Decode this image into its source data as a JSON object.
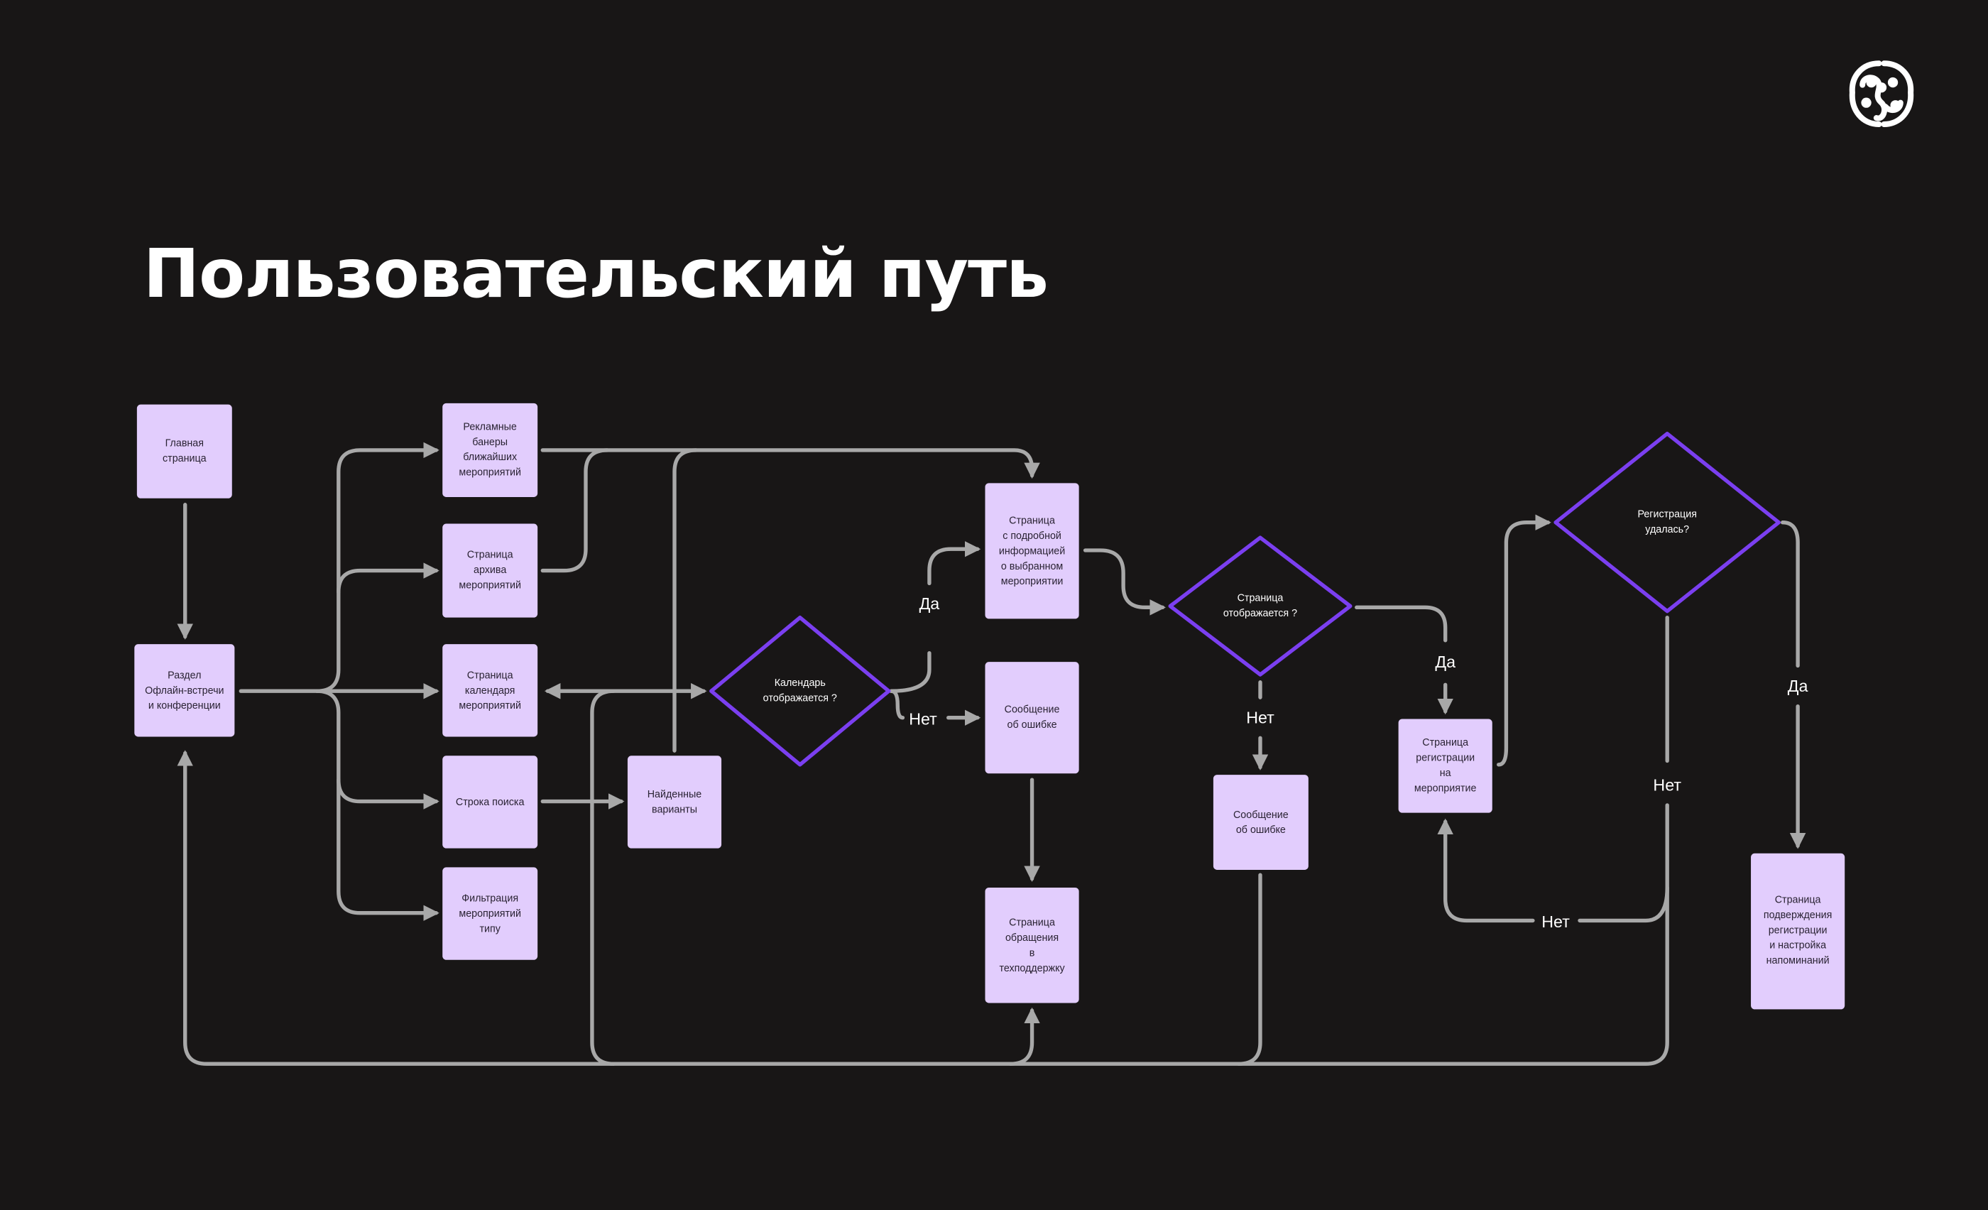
{
  "title": "Пользовательский путь",
  "logo": "brain-logo",
  "colors": {
    "background": "#181616",
    "node": "#e2cdfd",
    "decision": "#7b3ff0",
    "edge": "#a8a8a8"
  },
  "nodes": {
    "main": [
      "Главная",
      "страница"
    ],
    "section": [
      "Раздел",
      "Офлайн-встречи",
      "и конференции"
    ],
    "banners": [
      "Рекламные",
      "банеры",
      "ближайших",
      "мероприятий"
    ],
    "archive": [
      "Страница",
      "архива",
      "мероприятий"
    ],
    "calendar": [
      "Страница",
      "календаря",
      "мероприятий"
    ],
    "search": [
      "Строка поиска"
    ],
    "filter": [
      "Фильтрация",
      "мероприятий",
      "типу"
    ],
    "found": [
      "Найденные",
      "варианты"
    ],
    "details": [
      "Страница",
      "с подробной",
      "информацией",
      "о выбранном",
      "мероприятии"
    ],
    "error1": [
      "Сообщение",
      "об ошибке"
    ],
    "support": [
      "Страница",
      "обращения",
      "в",
      "техподдержку"
    ],
    "error2": [
      "Сообщение",
      "об ошибке"
    ],
    "register": [
      "Страница",
      "регистрации",
      "на",
      "мероприятие"
    ],
    "confirm": [
      "Страница",
      "подверждения",
      "регистрации",
      "и настройка",
      "напоминаний"
    ]
  },
  "decisions": {
    "calendar_shown": [
      "Календарь",
      "отображается ?"
    ],
    "page_shown": [
      "Страница",
      "отображается ?"
    ],
    "registration_ok": [
      "Регистрация",
      "удалась?"
    ]
  },
  "edge_labels": {
    "d1_yes": "Да",
    "d1_no": "Нет",
    "d2_yes": "Да",
    "d2_no": "Нет",
    "d3_yes": "Да",
    "d3_no": "Нет",
    "d3_no_back": "Нет"
  }
}
